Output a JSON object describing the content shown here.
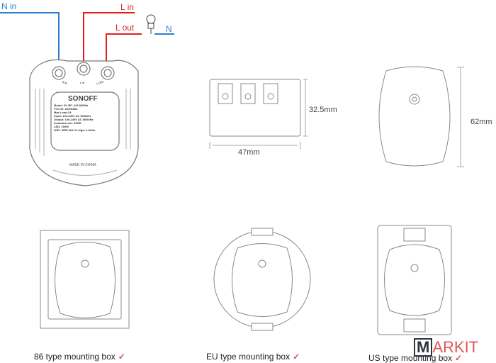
{
  "wiring": {
    "n_in": "N in",
    "l_in": "L in",
    "l_out": "L out",
    "n": "N",
    "terminal_n": "N in",
    "terminal_l": "L in",
    "terminal_lout": "L Out"
  },
  "device_label": {
    "brand": "SONOFF",
    "specs": [
      "Model: D1    RF: 433.92MHz",
      "FCC ID: 2APN5D1",
      "Max.Load:1A",
      "Input: 100-240V AC 50/60Hz",
      "Output: 100-240V AC 50/60Hz",
      "Incandescent: 200W",
      "LED: 150W",
      "WiFi: IEEE 802.11 b/g/n 2.4GHz"
    ],
    "made_in": "MADE IN CHINA"
  },
  "dimensions": {
    "height_side": "32.5mm",
    "width_side": "47mm",
    "height_front": "62mm"
  },
  "mounting": [
    {
      "label": "86 type mounting box"
    },
    {
      "label": "EU type mounting box"
    },
    {
      "label": "US type mounting box"
    }
  ],
  "check_icon": "✓",
  "watermark": {
    "m": "M",
    "rest": "ARKIT"
  },
  "colors": {
    "live": "#e02020",
    "neutral": "#2a7fd4"
  }
}
